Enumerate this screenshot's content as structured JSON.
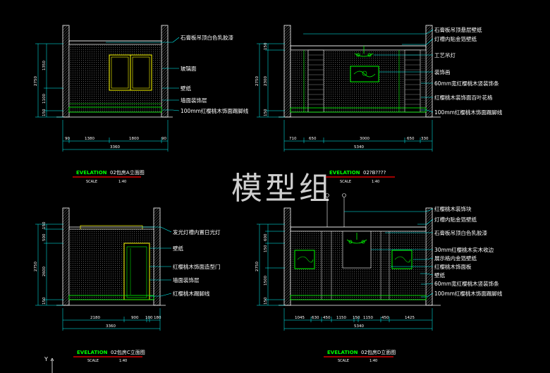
{
  "watermark": "模型组",
  "elevations": {
    "A": {
      "title_tag": "EVELATION",
      "subtitle": "02包房A立面图",
      "scale_label": "SCALE",
      "scale_value": "1:40",
      "labels": [
        "石膏板吊顶白色乳胶漆",
        "玻璃面",
        "壁纸",
        "墙面装饰层",
        "100mm红樱桃木饰面踢脚线"
      ],
      "dims_h": [
        "90",
        "1380",
        "1800",
        "90"
      ],
      "dim_total": "3360",
      "dims_v": [
        "2750",
        "1350",
        "1100",
        "150"
      ]
    },
    "B": {
      "title_tag": "EVELATION",
      "subtitle": "02?B????",
      "scale_label": "SCALE",
      "scale_value": "1:40",
      "labels": [
        "石膏板吊顶悬层壁纸",
        "灯槽内贴金箔壁纸",
        "工艺吊灯",
        "装饰画",
        "60mm宽红樱桃木竖装饰条",
        "红樱桃木装饰面百叶花格",
        "100mm红樱桃木饰面踢脚线"
      ],
      "dims_h": [
        "710",
        "650",
        "3000",
        "650",
        "330"
      ],
      "dim_total": "5340",
      "dims_v": [
        "150",
        "2750",
        "2300",
        "150"
      ]
    },
    "C": {
      "title_tag": "EVELATION",
      "subtitle": "02包房C立面图",
      "scale_label": "SCALE",
      "scale_value": "1:40",
      "labels": [
        "发光灯槽内置日光灯",
        "壁纸",
        "红樱桃木饰面造型门",
        "墙面装饰层",
        "红樱桃木踢脚线"
      ],
      "dims_h": [
        "2180",
        "900",
        "100",
        "180"
      ],
      "dim_total": "3360",
      "dims_v": [
        "150",
        "500",
        "2750",
        "2600",
        "150"
      ]
    },
    "D": {
      "title_tag": "EVELATION",
      "subtitle": "02包房D立面图",
      "scale_label": "SCALE",
      "scale_value": "1:40",
      "labels": [
        "红樱桃木装饰块",
        "灯槽内贴金箔壁纸",
        "石膏板吊顶白色乳胶漆",
        "30mm红樱桃木实木收边",
        "展示格内金箔壁纸",
        "红樱桃木饰面板",
        "壁纸",
        "60mm宽红樱桃木竖装饰条",
        "100mm红樱桃木饰面踢脚线"
      ],
      "dims_h": [
        "1045",
        "630",
        "450",
        "1150",
        "150",
        "1150",
        "450",
        "1425"
      ],
      "dim_total": "5340",
      "dims_v": [
        "600",
        "150",
        "1500",
        "2750",
        "150"
      ]
    }
  },
  "ucs": "Y",
  "colors": {
    "background": "#000000",
    "wall": "#ffffff",
    "hatch": "#3a3a3a",
    "trim": "#00ff00",
    "dimension": "#00ffff",
    "accent_yellow": "#ffff00",
    "leader": "#00ffff",
    "underline": "#ff0000"
  }
}
